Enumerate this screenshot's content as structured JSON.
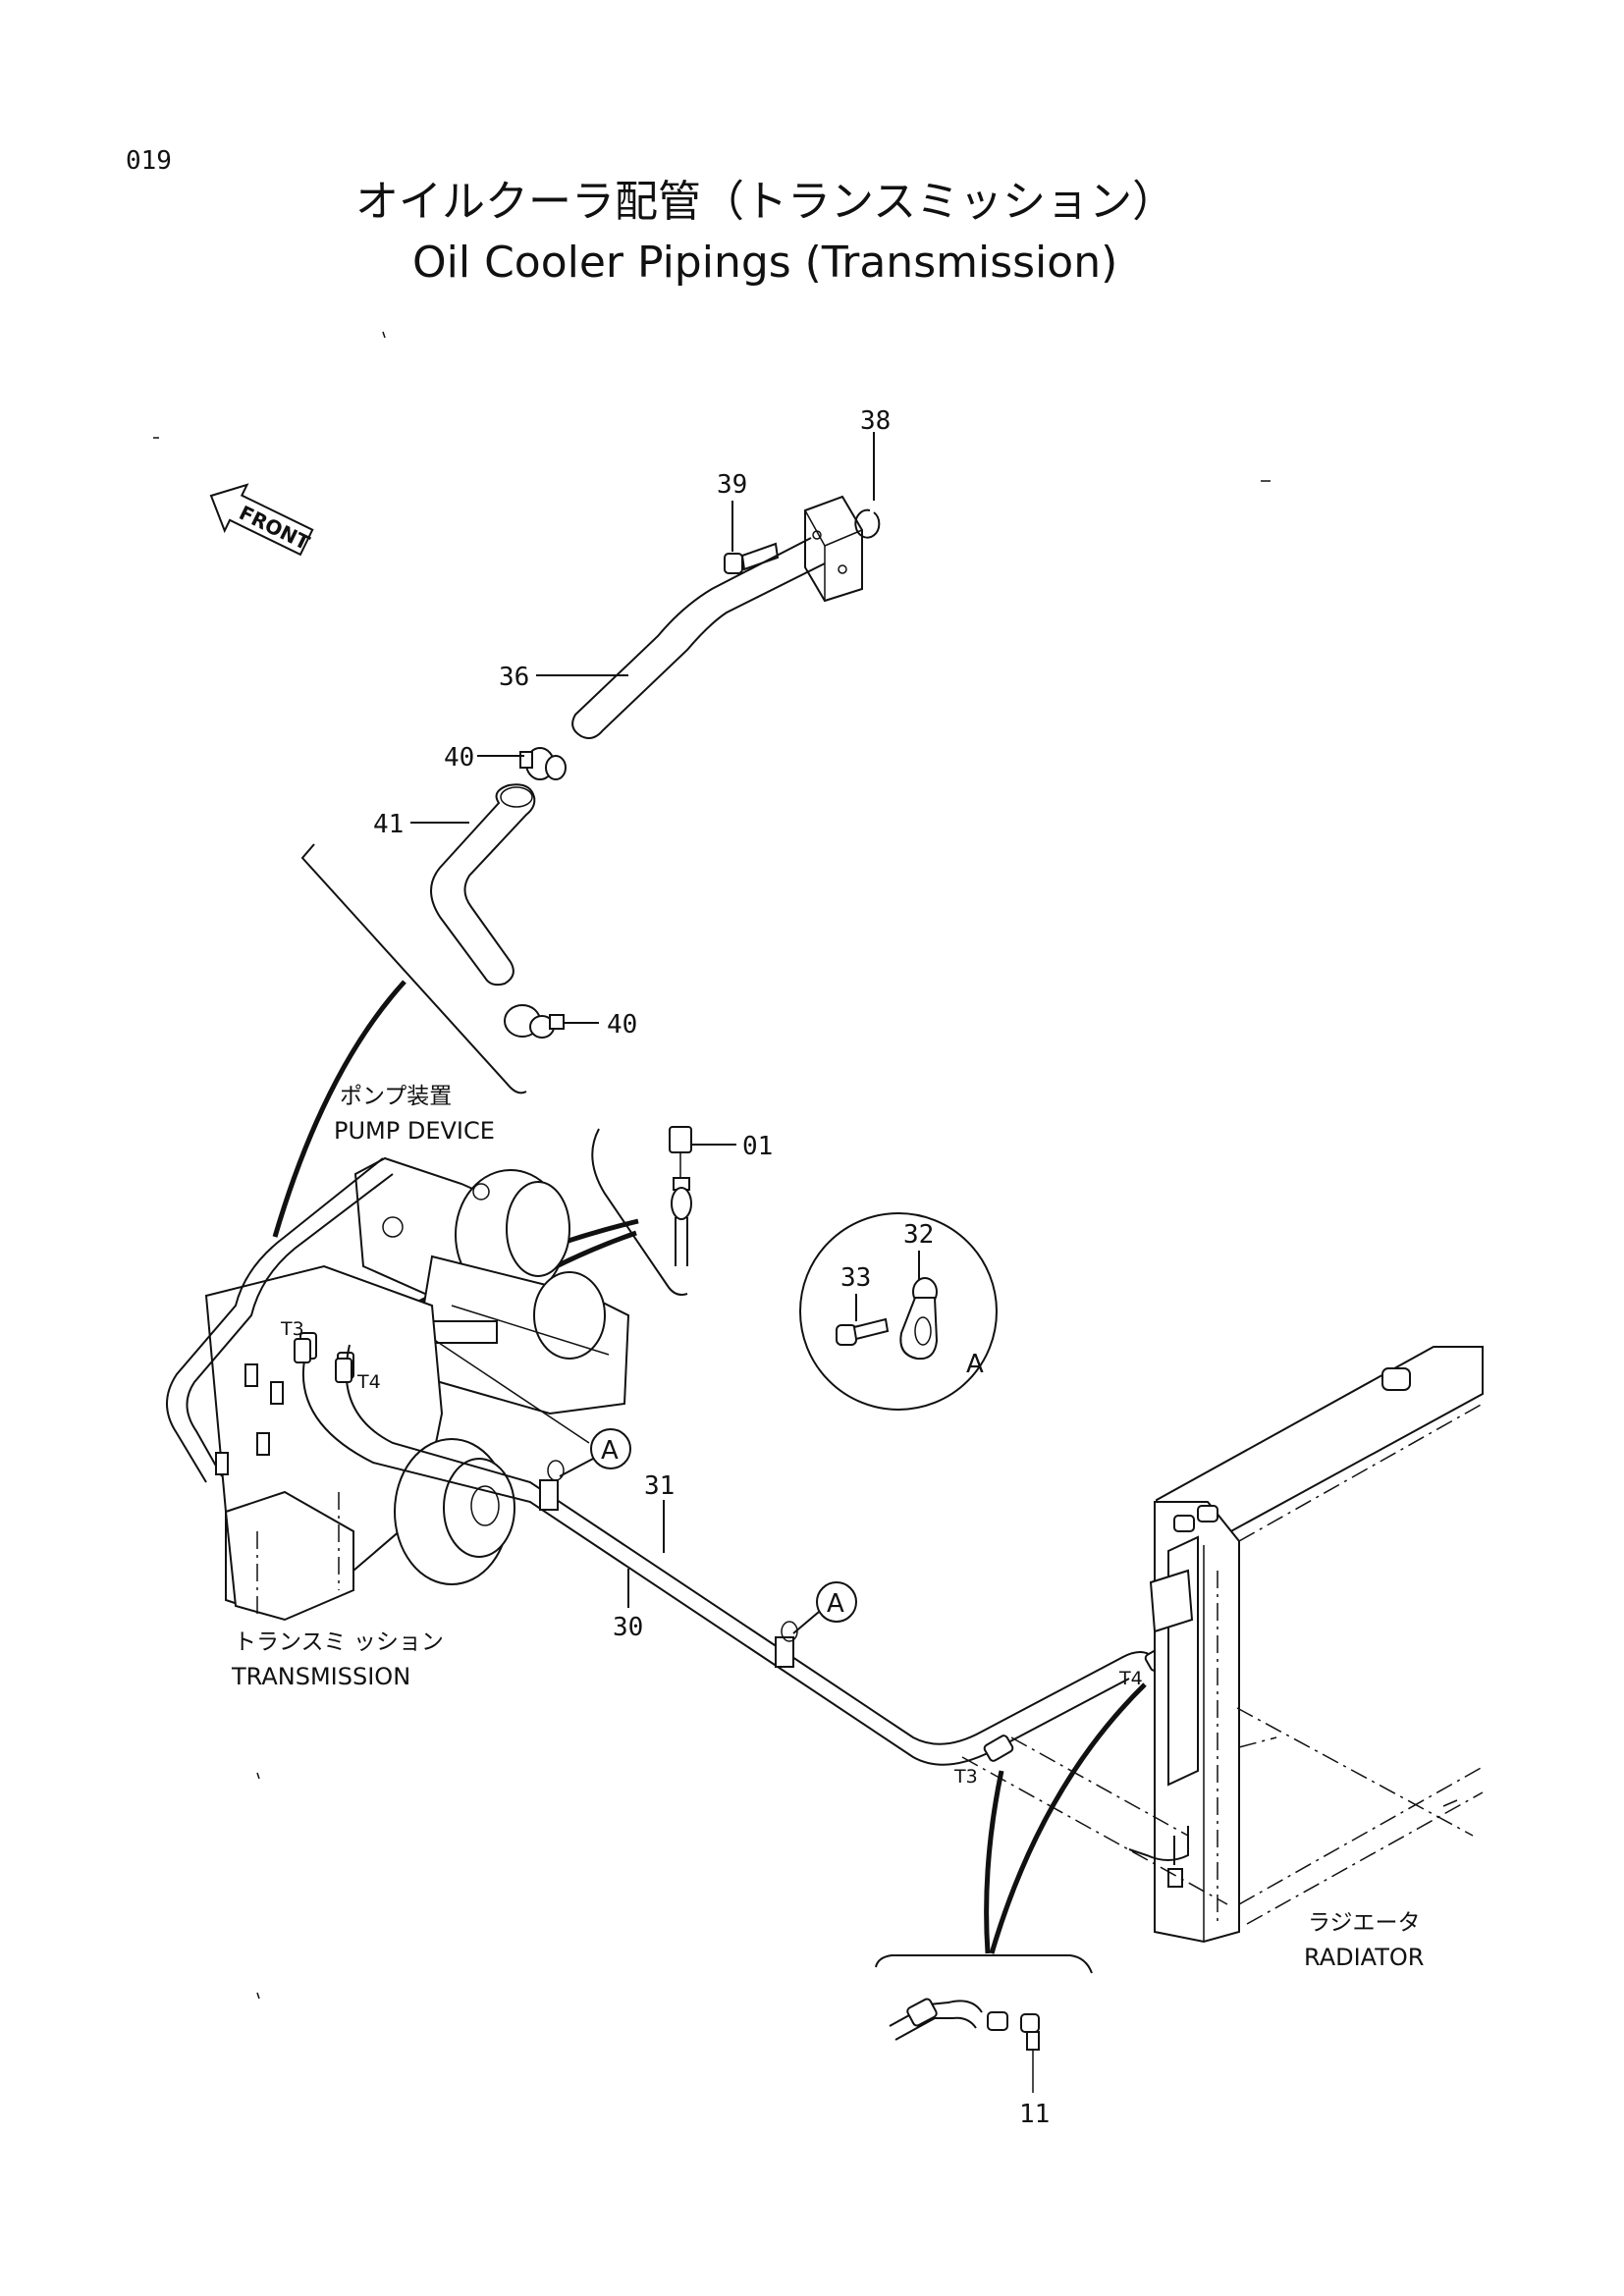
{
  "page": {
    "number": "019",
    "title_ja": "オイルクーラ配管（トランスミッション）",
    "title_en": "Oil Cooler Pipings (Transmission)"
  },
  "front_arrow": {
    "label": "FRONT"
  },
  "components": {
    "pump_device": {
      "label_ja": "ポンプ装置",
      "label_en": "PUMP DEVICE"
    },
    "transmission": {
      "label_ja": "トランスミ ッション",
      "label_en": "TRANSMISSION"
    },
    "radiator": {
      "label_ja": "ラジエータ",
      "label_en": "RADIATOR"
    }
  },
  "port_labels": {
    "t3": "T3",
    "t4": "T4"
  },
  "detail_markers": {
    "a": "A"
  },
  "callouts": {
    "p01": "01",
    "p11": "11",
    "p30": "30",
    "p31": "31",
    "p32": "32",
    "p33": "33",
    "p36": "36",
    "p38": "38",
    "p39": "39",
    "p40": "40"
  },
  "callouts_b": {
    "p40": "40",
    "p41": "41"
  }
}
